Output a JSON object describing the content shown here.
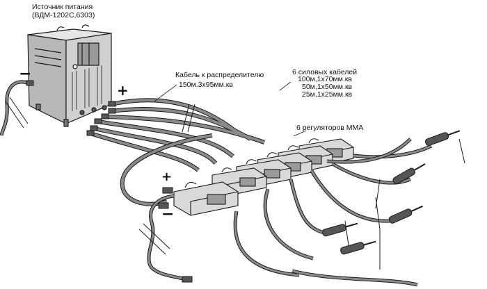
{
  "labels": {
    "source_title": "Источник питания",
    "source_model": "(ВДМ-1202С,6303)",
    "dist_cable_title": "Кабель к распределителю",
    "dist_cable_spec": "150м.3х95мм.кв",
    "power_cables_title": "6 силовых кабелей",
    "power_cable_1": "100м,1х70мм.кв",
    "power_cable_2": "50м,1х50мм.кв",
    "power_cable_3": "25м,1х25мм.кв",
    "regulators_title": "6 регуляторов ММА"
  },
  "polarity": {
    "source_minus": "−",
    "source_plus": "+",
    "regulator_plus": "+",
    "regulator_minus": "−"
  },
  "colors": {
    "line": "#1a1a1a",
    "cable_fill": "#8a8a8a",
    "device_fill": "#d9d9d9",
    "device_dark": "#9a9a9a",
    "background": "#ffffff"
  }
}
